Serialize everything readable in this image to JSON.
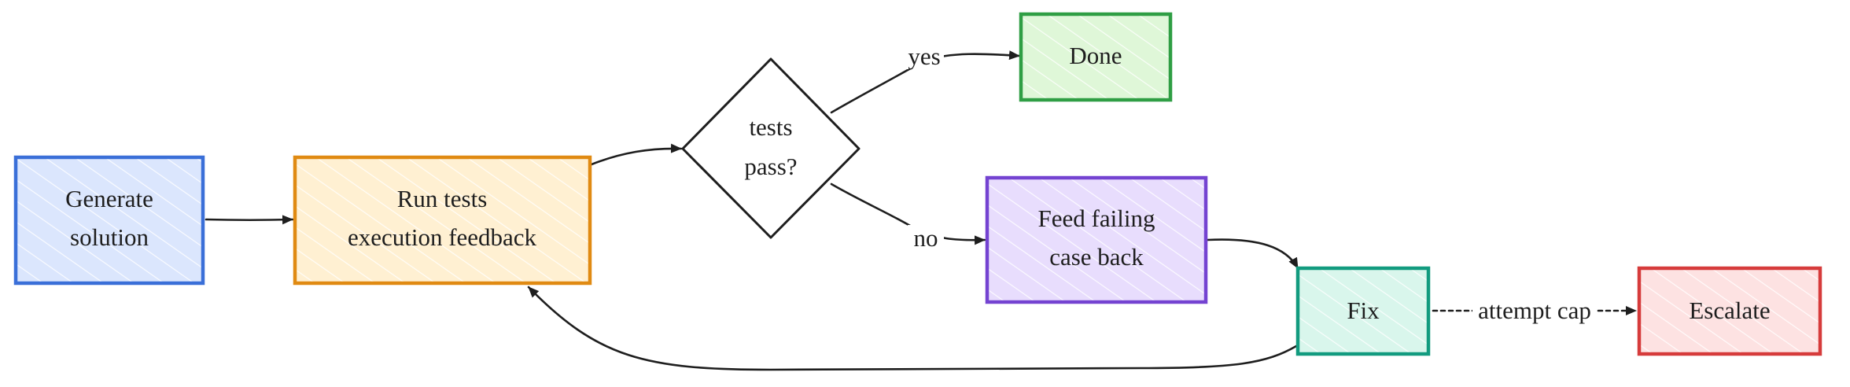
{
  "nodes": {
    "generate": {
      "lines": [
        "Generate",
        "solution"
      ],
      "color": "#3a6fd8",
      "fill": "#dbe6fd"
    },
    "run_tests": {
      "lines": [
        "Run tests",
        "execution feedback"
      ],
      "color": "#e08a12",
      "fill": "#fff0d2"
    },
    "decision": {
      "lines": [
        "tests",
        "pass?"
      ],
      "color": "#1e1e1e",
      "fill": "#ffffff"
    },
    "done": {
      "lines": [
        "Done"
      ],
      "color": "#2f9e44",
      "fill": "#dff7d8"
    },
    "feed_back": {
      "lines": [
        "Feed failing",
        "case back"
      ],
      "color": "#7443d1",
      "fill": "#e8ddfd"
    },
    "fix": {
      "lines": [
        "Fix"
      ],
      "color": "#129b7f",
      "fill": "#d9f6ec"
    },
    "escalate": {
      "lines": [
        "Escalate"
      ],
      "color": "#d63b3b",
      "fill": "#fde2e2"
    }
  },
  "edges": {
    "yes": "yes",
    "no": "no",
    "attempt_cap": "attempt cap"
  }
}
